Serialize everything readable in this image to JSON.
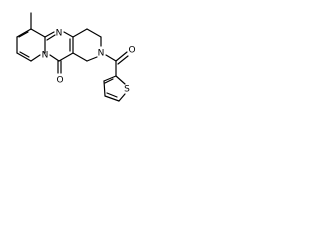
{
  "molecule": {
    "title": "",
    "atoms": {
      "n_top": "N",
      "n_pyrido": "N",
      "n_amide": "N",
      "o_ketone": "O",
      "o_amide": "O",
      "s_thiophene": "S"
    }
  },
  "colors": {
    "bond": "#000000",
    "label": "#000000",
    "background": "#ffffff"
  }
}
